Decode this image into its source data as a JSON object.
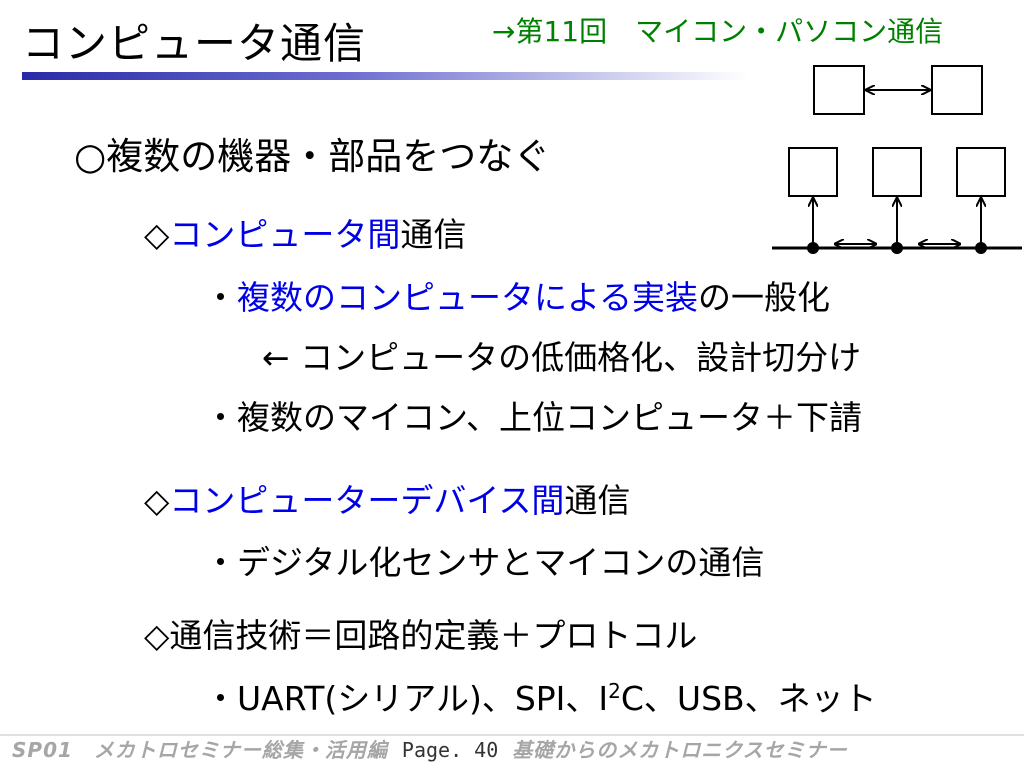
{
  "header": {
    "title": "コンピュータ通信",
    "ref": "→第11回　マイコン・パソコン通信"
  },
  "main": {
    "heading": "○複数の機器・部品をつなぐ",
    "section1": {
      "marker": "◇",
      "blue": "コンピュータ間",
      "black": "通信"
    },
    "item1": {
      "prefix": "・",
      "blue": "複数のコンピュータによる実装",
      "black": "の一般化"
    },
    "item1_sub": "← コンピュータの低価格化、設計切分け",
    "item2": "・複数のマイコン、上位コンピュータ＋下請",
    "section2": {
      "marker": "◇",
      "blue": "コンピューターデバイス間",
      "black": "通信"
    },
    "item3": "・デジタル化センサとマイコンの通信",
    "section3": "◇通信技術＝回路的定義＋プロトコル",
    "item4": {
      "before": "・UART(シリアル)、SPI、I",
      "sup": "2",
      "after": "C、USB、ネット"
    }
  },
  "footer": {
    "left": "SP01　メカトロセミナー総集・活用編",
    "page": "Page. 40",
    "right": "基礎からのメカトロニクスセミナー"
  }
}
